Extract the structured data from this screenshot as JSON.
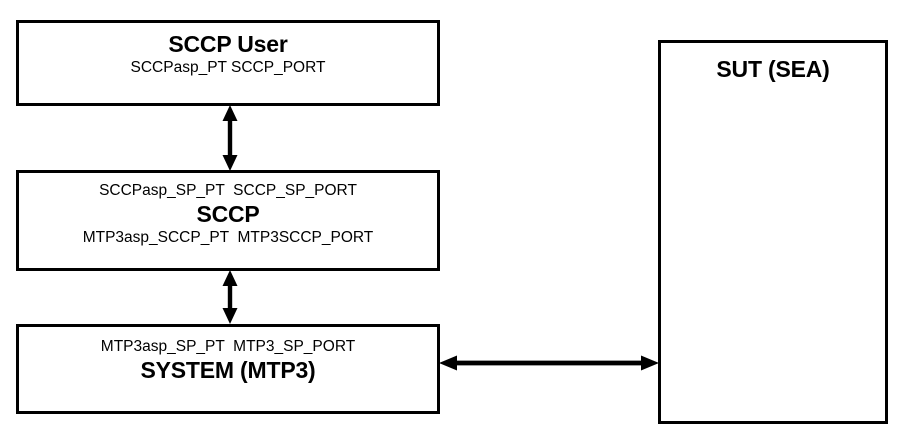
{
  "diagram": {
    "title_implicit": "",
    "background_color": "#ffffff",
    "line_color": "#000000",
    "nodes": {
      "sccp_user": {
        "title": "SCCP User",
        "ports": "SCCPasp_PT SCCP_PORT"
      },
      "sccp": {
        "upper_ports": "SCCPasp_SP_PT  SCCP_SP_PORT",
        "title": "SCCP",
        "lower_ports": "MTP3asp_SCCP_PT  MTP3SCCP_PORT"
      },
      "system_mtp3": {
        "ports": "MTP3asp_SP_PT  MTP3_SP_PORT",
        "title": "SYSTEM (MTP3)"
      },
      "sut": {
        "title": "SUT (SEA)"
      }
    },
    "connectors": [
      {
        "name": "sccp-user-to-sccp",
        "from": "sccp_user",
        "to": "sccp",
        "direction": "bidirectional",
        "orientation": "vertical"
      },
      {
        "name": "sccp-to-system",
        "from": "sccp",
        "to": "system_mtp3",
        "direction": "bidirectional",
        "orientation": "vertical"
      },
      {
        "name": "system-to-sut",
        "from": "system_mtp3",
        "to": "sut",
        "direction": "bidirectional",
        "orientation": "horizontal"
      }
    ]
  }
}
